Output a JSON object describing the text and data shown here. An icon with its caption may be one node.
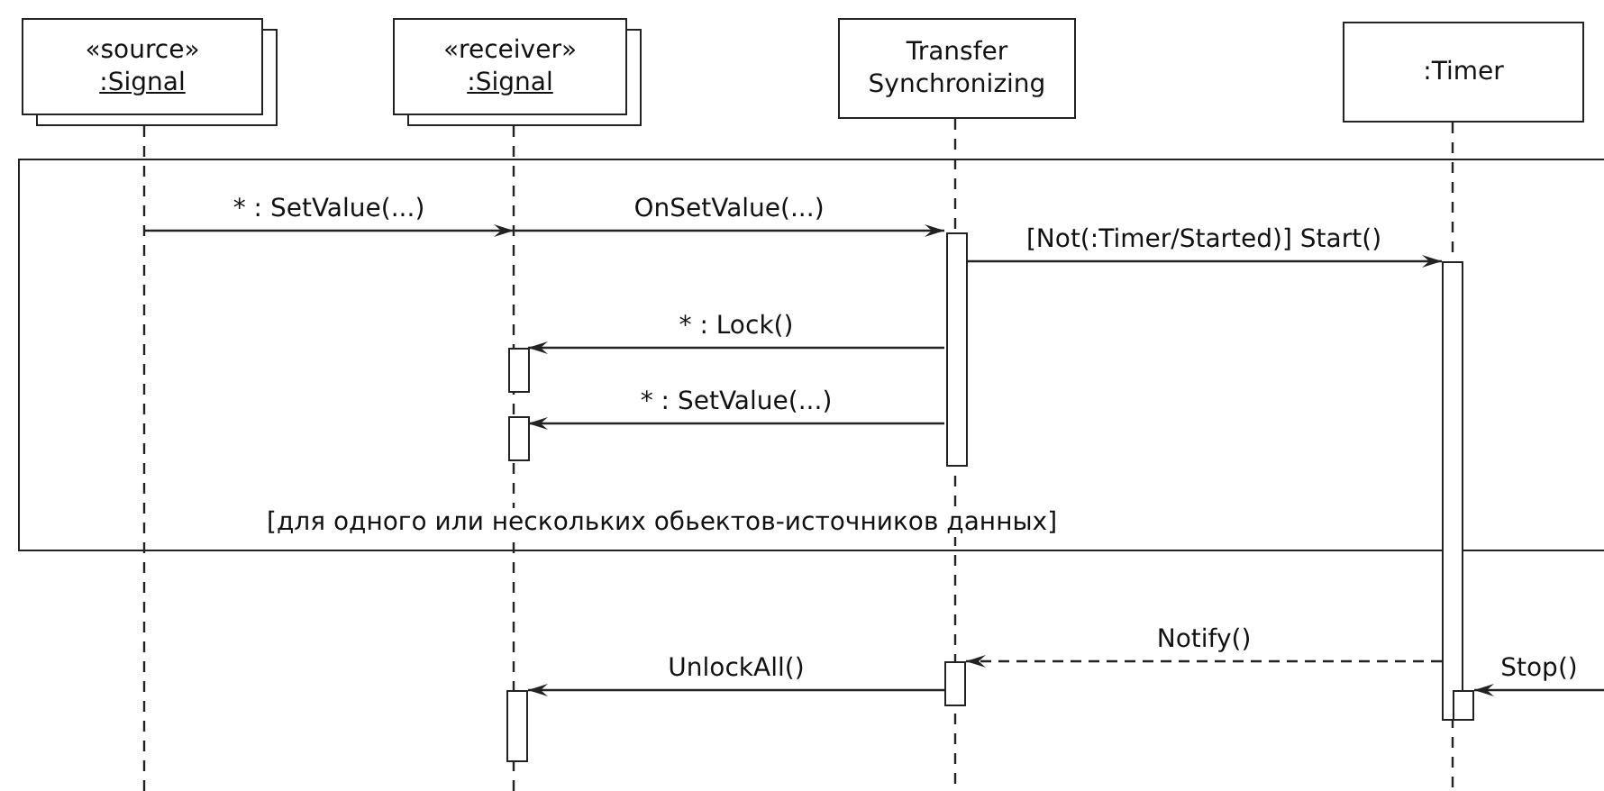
{
  "diagram": {
    "nodes": [
      {
        "text": [
          "«source»",
          ":Signal"
        ]
      },
      {
        "text": [
          "«receiver»",
          ":Signal"
        ]
      },
      {
        "text": [
          "Transfer Synchronizing"
        ]
      },
      {
        "text": [
          ":Timer"
        ]
      },
      {
        "text": [
          "[для одного или нескольких обьектов-источников данных]"
        ]
      },
      {
        "text": [],
        "shape": "bar",
        "in": 4
      },
      {
        "text": [],
        "shape": "bar"
      },
      {
        "text": [],
        "shape": "bar",
        "in": 4
      },
      {
        "text": [],
        "shape": "bar",
        "in": 4
      },
      {
        "text": [],
        "shape": "bar"
      },
      {
        "text": [],
        "shape": "bar"
      },
      {
        "text": [],
        "shape": "bar"
      }
    ],
    "edges": [
      {
        "from": 0,
        "to": 1,
        "arrow": "to",
        "label": "* : SetValue(...)"
      },
      {
        "from": 1,
        "to": 5,
        "arrow": "to",
        "label": "OnSetValue(...)"
      },
      {
        "from": 5,
        "to": 6,
        "arrow": "to",
        "label": "[Not(:Timer/Started)] Start()"
      },
      {
        "from": 5,
        "to": 7,
        "arrow": "to",
        "label": "* : Lock()"
      },
      {
        "from": 5,
        "to": 8,
        "arrow": "to",
        "label": "* : SetValue(...)"
      },
      {
        "from": 6,
        "to": 9,
        "arrow": "to",
        "label": "Notify()",
        "style": "dashed"
      },
      {
        "from": 9,
        "to": 10,
        "arrow": "to",
        "label": "UnlockAll()"
      },
      {
        "from": null,
        "to": 11,
        "arrow": "to",
        "label": "Stop()"
      }
    ]
  }
}
